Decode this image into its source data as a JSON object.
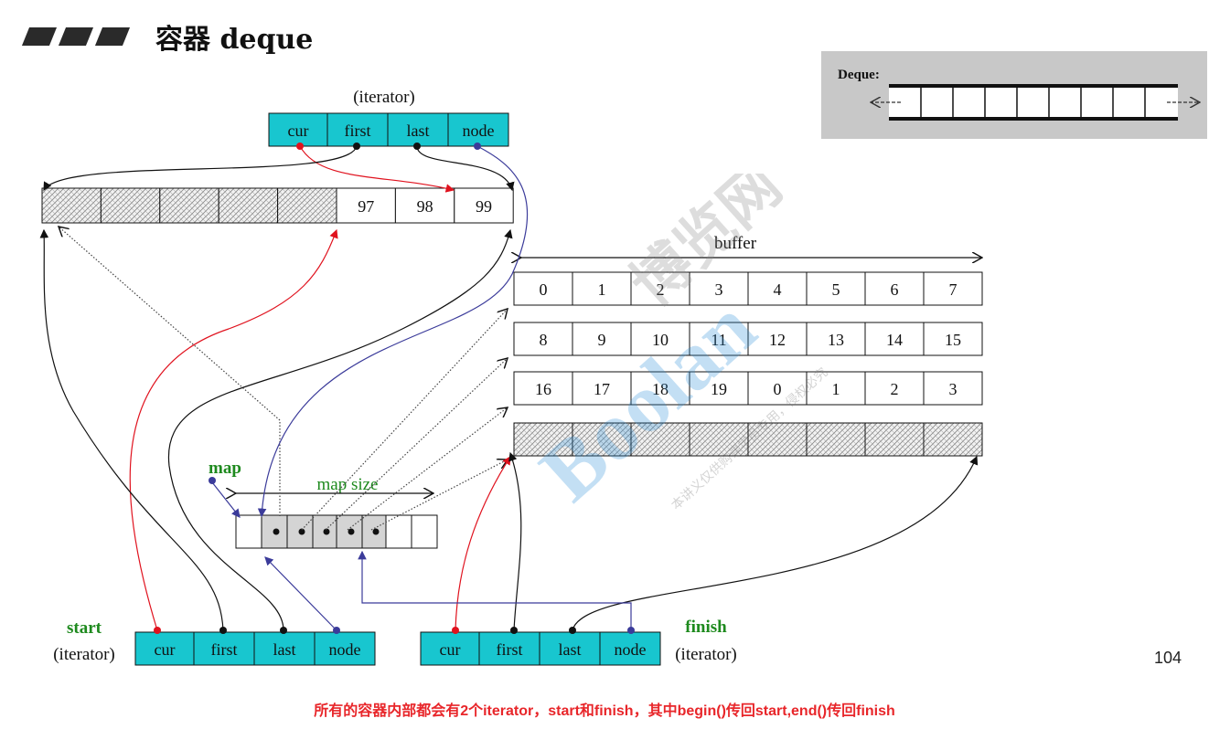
{
  "title": "容器 deque",
  "page_number": "104",
  "footer_note": "所有的容器内部都会有2个iterator，start和finish，其中begin()传回start,end()传回finish",
  "inset": {
    "label": "Deque:"
  },
  "top_iterator": {
    "caption": "(iterator)",
    "fields": [
      "cur",
      "first",
      "last",
      "node"
    ]
  },
  "top_buffer": {
    "values": [
      "",
      "",
      "",
      "",
      "",
      "97",
      "98",
      "99"
    ]
  },
  "buffer_label": "buffer",
  "buffers": [
    [
      "0",
      "1",
      "2",
      "3",
      "4",
      "5",
      "6",
      "7"
    ],
    [
      "8",
      "9",
      "10",
      "11",
      "12",
      "13",
      "14",
      "15"
    ],
    [
      "16",
      "17",
      "18",
      "19",
      "0",
      "1",
      "2",
      "3"
    ],
    [
      "",
      "",
      "",
      "",
      "",
      "",
      "",
      ""
    ]
  ],
  "map": {
    "label": "map",
    "size_label": "map  size"
  },
  "start_iterator": {
    "label": "start",
    "caption": "(iterator)",
    "fields": [
      "cur",
      "first",
      "last",
      "node"
    ]
  },
  "finish_iterator": {
    "label": "finish",
    "caption": "(iterator)",
    "fields": [
      "cur",
      "first",
      "last",
      "node"
    ]
  },
  "watermark": {
    "brand": "博览网",
    "brand_latin": "Boolan",
    "note": "本讲义仅供购课学员专用，侵权必究"
  },
  "colors": {
    "iterator_fill": "#18c6cf",
    "red_link": "#e0121e",
    "blue_link": "#3b3b9a",
    "green_label": "#1e8a1e",
    "inset_bg": "#c8c8c8"
  }
}
